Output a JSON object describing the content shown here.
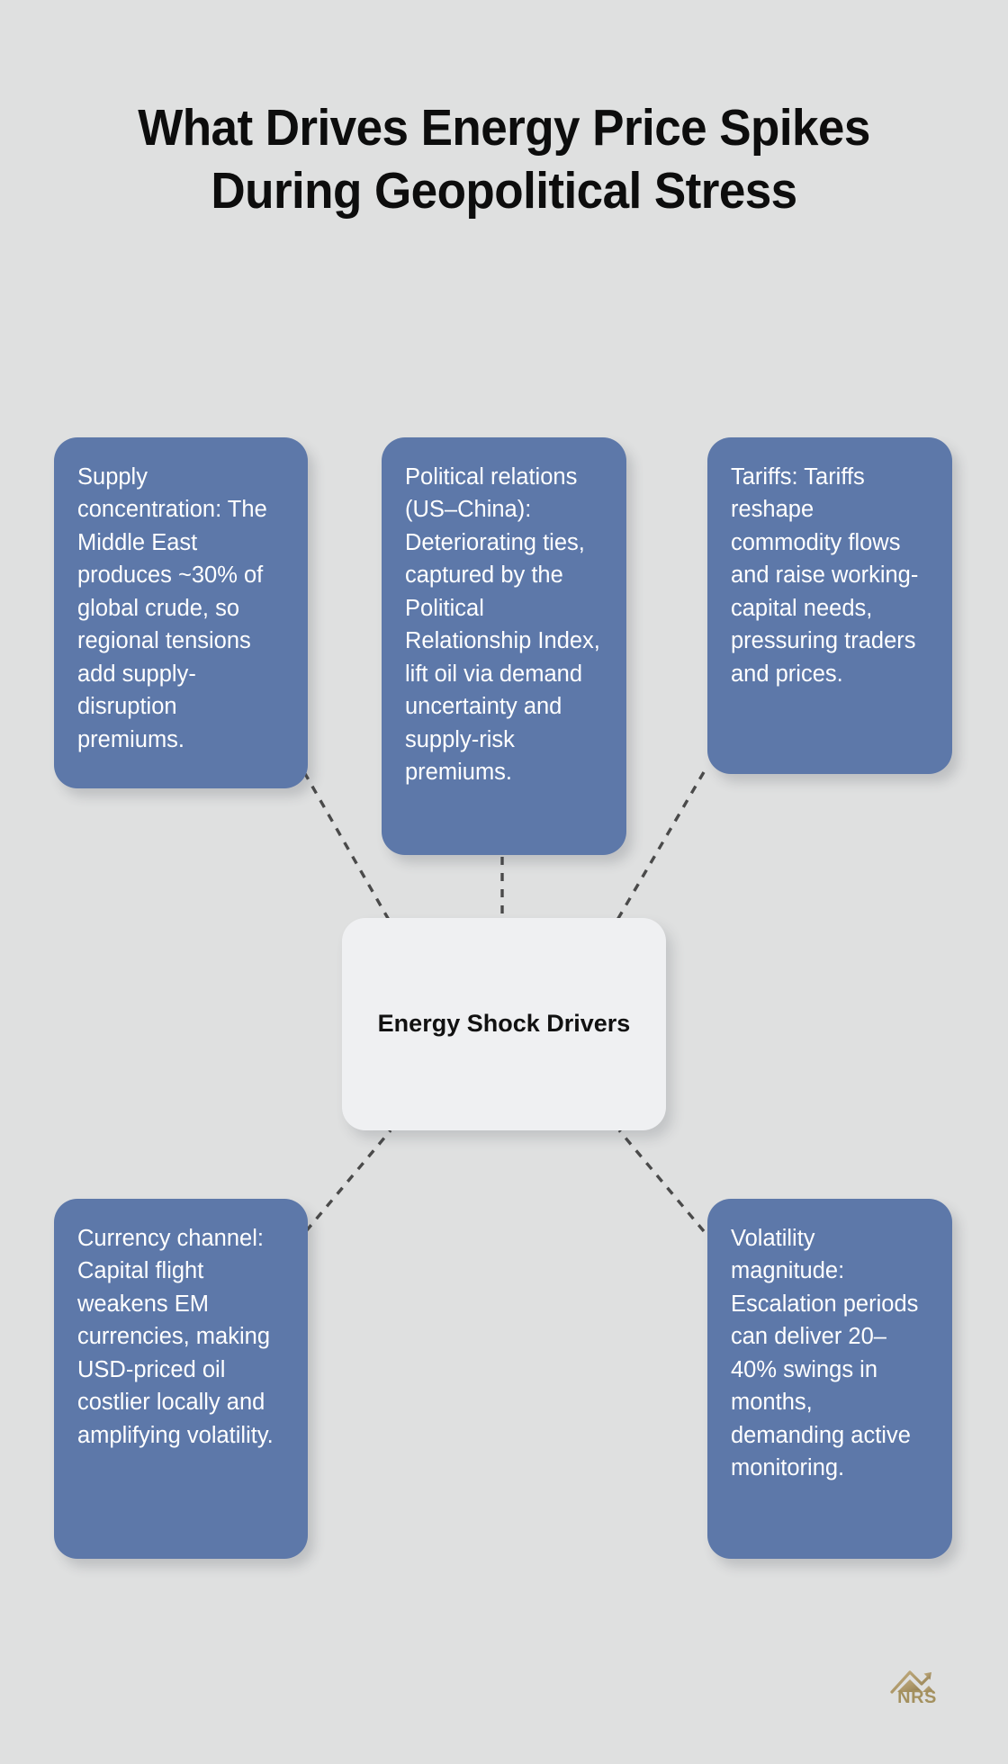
{
  "page": {
    "background_color": "#dfe0e0",
    "title": "What Drives Energy Price Spikes During Geopolitical Stress"
  },
  "theme": {
    "leaf_card_color": "#5d78a9",
    "hub_card_color": "#eff0f2",
    "leaf_text_color": "#ffffff",
    "hub_text_color": "#111111",
    "connector_color": "#4a4a4a",
    "logo_color": "#a4915f"
  },
  "diagram": {
    "type": "hub-and-spoke",
    "hub": {
      "id": "hub",
      "label": "Energy Shock Drivers"
    },
    "nodes": [
      {
        "id": "supply",
        "position": "top-left",
        "text": "Supply concentration: The Middle East produces ~30% of global crude, so regional tensions add supply-disruption premiums."
      },
      {
        "id": "political",
        "position": "top-center",
        "text": "Political relations (US–China): Deteriorating ties, captured by the Political Relationship Index, lift oil via demand uncertainty and supply-risk premiums."
      },
      {
        "id": "tariffs",
        "position": "top-right",
        "text": "Tariffs: Tariffs reshape commodity flows and raise working-capital needs, pressuring traders and prices."
      },
      {
        "id": "currency",
        "position": "bottom-left",
        "text": "Currency channel: Capital flight weakens EM currencies, making USD-priced oil costlier locally and amplifying volatility."
      },
      {
        "id": "volatility",
        "position": "bottom-right",
        "text": "Volatility magnitude: Escalation periods can deliver 20–40% swings in months, demanding active monitoring."
      }
    ],
    "connectors": [
      {
        "from": "supply",
        "to": "hub",
        "style": "dashed"
      },
      {
        "from": "political",
        "to": "hub",
        "style": "dashed"
      },
      {
        "from": "tariffs",
        "to": "hub",
        "style": "dashed"
      },
      {
        "from": "currency",
        "to": "hub",
        "style": "dashed"
      },
      {
        "from": "volatility",
        "to": "hub",
        "style": "dashed"
      }
    ]
  },
  "logo": {
    "name": "nrs-logo",
    "text": "NRS",
    "mark": "house-roof-growth-arrow-icon"
  }
}
